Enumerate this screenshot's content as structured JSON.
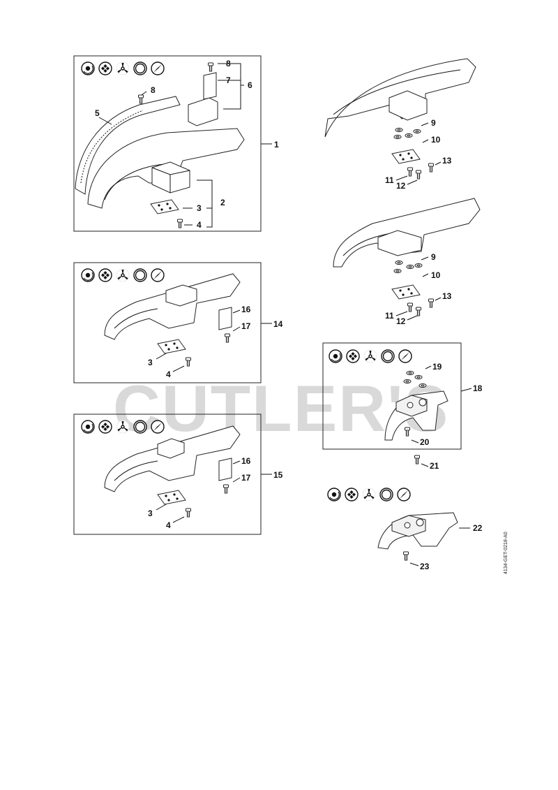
{
  "diagram": {
    "watermark": "CUTLER'S",
    "drawing_code": "4134-GET-0218-A0",
    "panels": [
      {
        "id": "p1",
        "callout": "1",
        "icons": [
          "spool-icon",
          "square-blade-icon",
          "three-blade-icon",
          "disc-icon",
          "two-blade-icon"
        ]
      },
      {
        "id": "p14",
        "callout": "14",
        "icons": [
          "spool-icon",
          "square-blade-icon",
          "three-blade-icon",
          "disc-icon",
          "two-blade-icon"
        ]
      },
      {
        "id": "p15",
        "callout": "15",
        "icons": [
          "spool-icon",
          "square-blade-icon",
          "three-blade-icon",
          "disc-icon",
          "two-blade-icon"
        ]
      },
      {
        "id": "p18",
        "callout": "18",
        "icons": [
          "spool-icon",
          "square-blade-icon",
          "three-blade-icon",
          "saw-disc-icon",
          "two-blade-icon"
        ]
      },
      {
        "id": "p22",
        "callout": "22",
        "icons": [
          "spool-icon",
          "square-blade-icon",
          "three-blade-icon",
          "saw-disc-icon",
          "two-blade-icon"
        ]
      }
    ],
    "labels": {
      "l1": "1",
      "l2": "2",
      "l3a": "3",
      "l4a": "4",
      "l5": "5",
      "l6": "6",
      "l7": "7",
      "l8a": "8",
      "l8b": "8",
      "l9a": "9",
      "l10a": "10",
      "l11a": "11",
      "l12a": "12",
      "l13a": "13",
      "l9b": "9",
      "l10b": "10",
      "l11b": "11",
      "l12b": "12",
      "l13b": "13",
      "l14": "14",
      "l16a": "16",
      "l17a": "17",
      "l3b": "3",
      "l4b": "4",
      "l15": "15",
      "l16b": "16",
      "l17b": "17",
      "l3c": "3",
      "l4c": "4",
      "l18": "18",
      "l19": "19",
      "l20": "20",
      "l21": "21",
      "l22": "22",
      "l23": "23"
    }
  }
}
